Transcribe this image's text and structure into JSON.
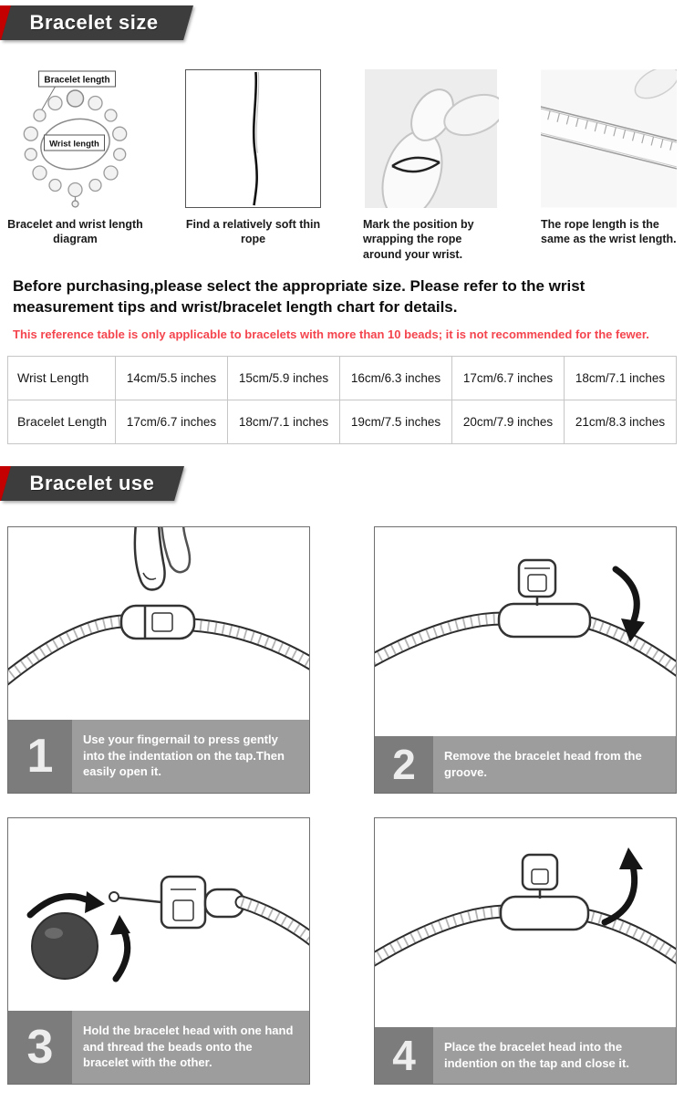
{
  "colors": {
    "accent_red": "#c40000",
    "note_red": "#f4454e",
    "banner_dark": "#3d3d3d",
    "step_bar_gray": "#9d9d9d"
  },
  "size_section": {
    "banner_label": "Bracelet size",
    "diagram_labels": {
      "bracelet": "Bracelet length",
      "wrist": "Wrist length"
    },
    "steps": [
      {
        "caption": "Bracelet and wrist length diagram"
      },
      {
        "caption": "Find a relatively soft thin rope"
      },
      {
        "caption": "Mark the position by wrapping the rope around your wrist."
      },
      {
        "caption": "The rope length is the same as the wrist length."
      }
    ],
    "intro": "Before purchasing,please select the appropriate size. Please refer to the wrist measurement tips and wrist/bracelet length chart for details.",
    "note": "This reference table is only applicable to bracelets with more than 10 beads; it is not recommended for the fewer.",
    "table": {
      "rows": [
        {
          "label": "Wrist Length",
          "values": [
            "14cm/5.5 inches",
            "15cm/5.9 inches",
            "16cm/6.3 inches",
            "17cm/6.7 inches",
            "18cm/7.1 inches"
          ]
        },
        {
          "label": "Bracelet Length",
          "values": [
            "17cm/6.7 inches",
            "18cm/7.1 inches",
            "19cm/7.5 inches",
            "20cm/7.9 inches",
            "21cm/8.3 inches"
          ]
        }
      ]
    }
  },
  "use_section": {
    "banner_label": "Bracelet use",
    "steps": [
      {
        "num": "1",
        "text": "Use your fingernail to press gently into the indentation on the tap.Then easily open it."
      },
      {
        "num": "2",
        "text": "Remove the bracelet head from the groove."
      },
      {
        "num": "3",
        "text": "Hold the bracelet head with one hand and thread the beads onto the bracelet with the other."
      },
      {
        "num": "4",
        "text": "Place the bracelet head into the indention on the tap and close it."
      }
    ]
  }
}
